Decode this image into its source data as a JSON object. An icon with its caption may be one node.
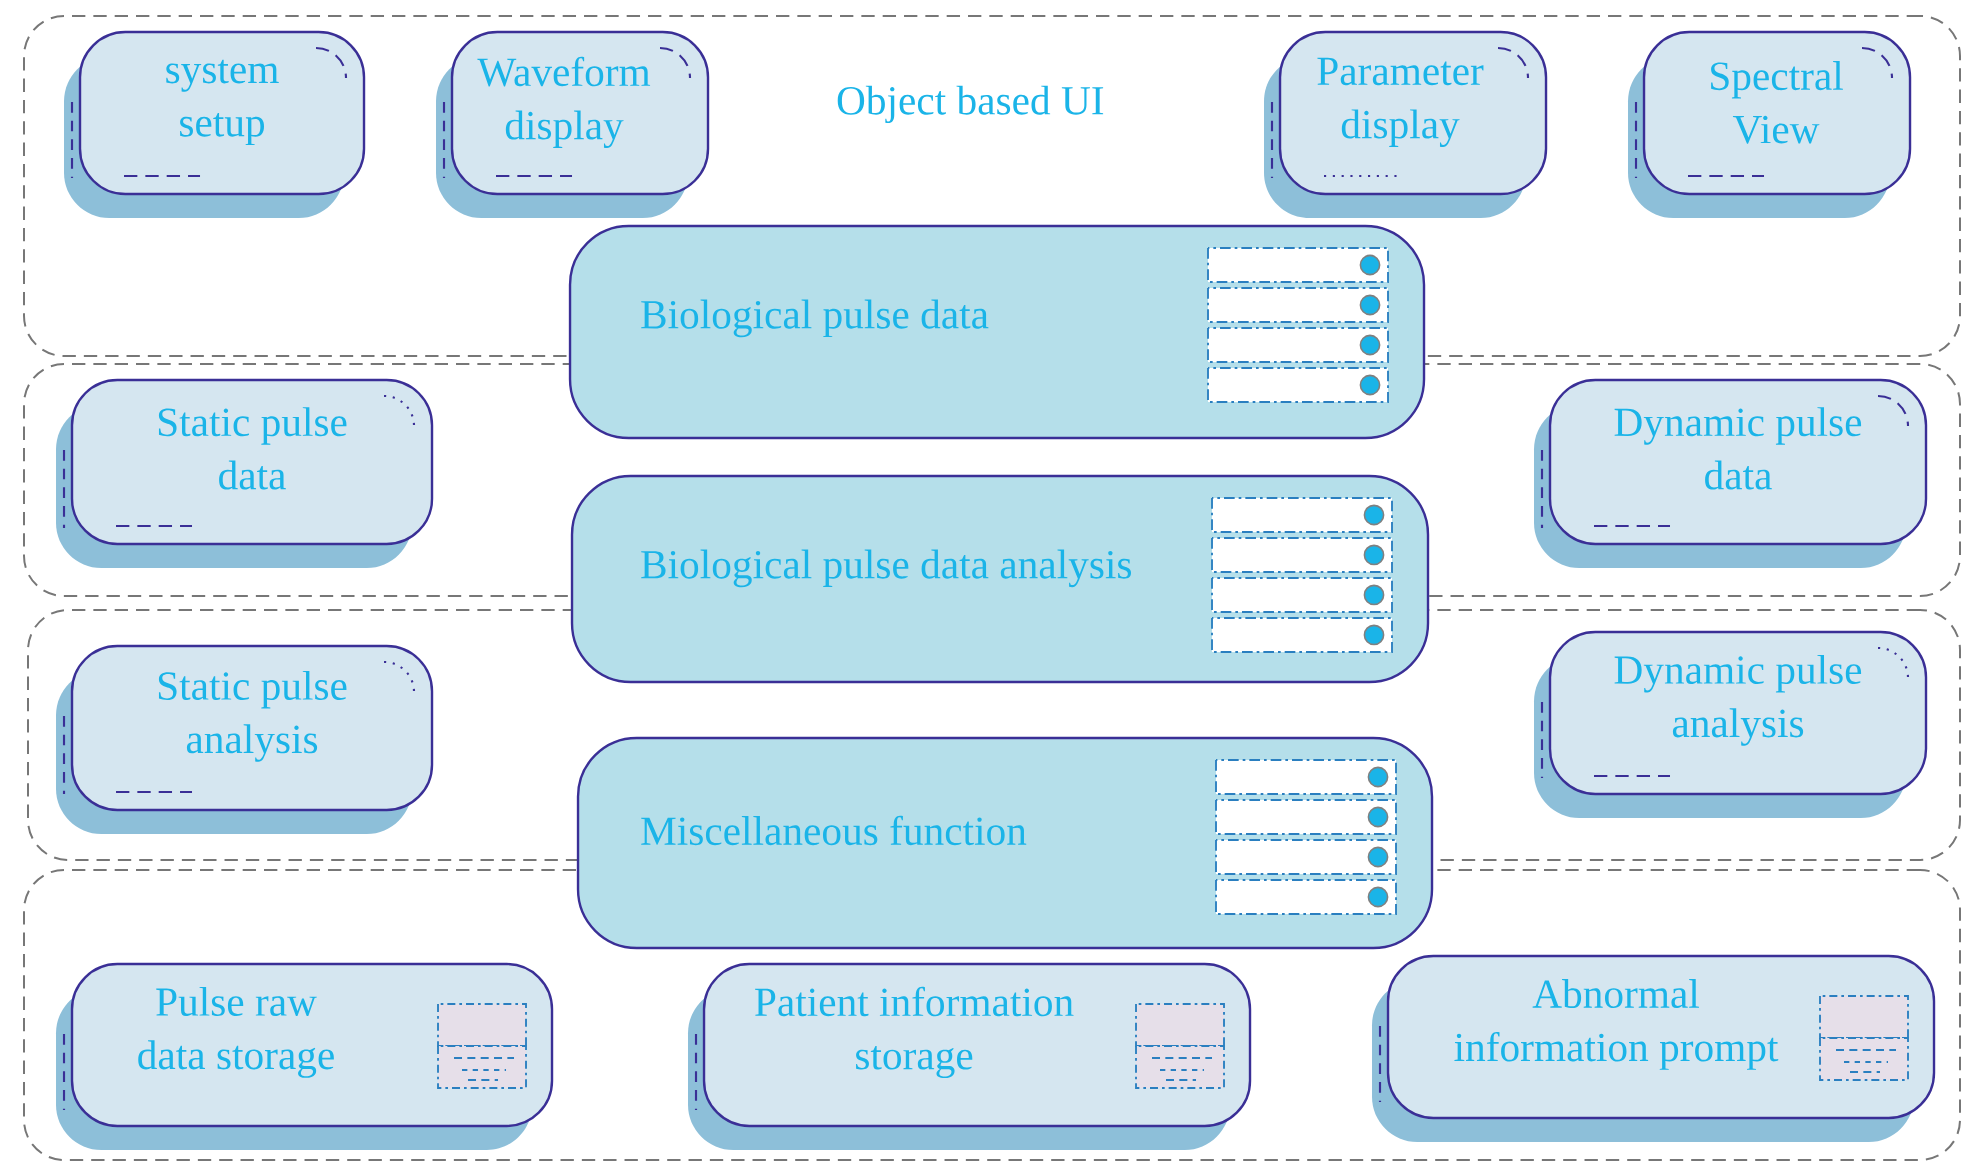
{
  "diagram": {
    "nodes": [
      {
        "text": [
          "Object based UI"
        ]
      },
      {
        "text": [
          "system setup"
        ],
        "in": 0
      },
      {
        "text": [
          "Waveform display"
        ],
        "in": 0
      },
      {
        "text": [
          "Parameter display"
        ],
        "in": 0
      },
      {
        "text": [
          "Spectral View"
        ],
        "in": 0
      },
      {
        "text": [
          "Biological pulse data"
        ]
      },
      {
        "text": [],
        "shape": "box"
      },
      {
        "text": [
          "Static pulse data"
        ],
        "in": 6
      },
      {
        "text": [
          "Dynamic pulse data"
        ],
        "in": 6
      },
      {
        "text": [
          "Biological pulse data analysis"
        ]
      },
      {
        "text": [],
        "shape": "box"
      },
      {
        "text": [
          "Static pulse analysis"
        ],
        "in": 10
      },
      {
        "text": [
          "Dynamic pulse analysis"
        ],
        "in": 10
      },
      {
        "text": [
          "Miscellaneous function"
        ]
      },
      {
        "text": [],
        "shape": "box"
      },
      {
        "text": [
          "Pulse raw data storage"
        ],
        "in": 14
      },
      {
        "text": [
          "Patient information storage"
        ],
        "in": 14
      },
      {
        "text": [
          "Abnormal information prompt"
        ],
        "in": 14
      }
    ]
  }
}
